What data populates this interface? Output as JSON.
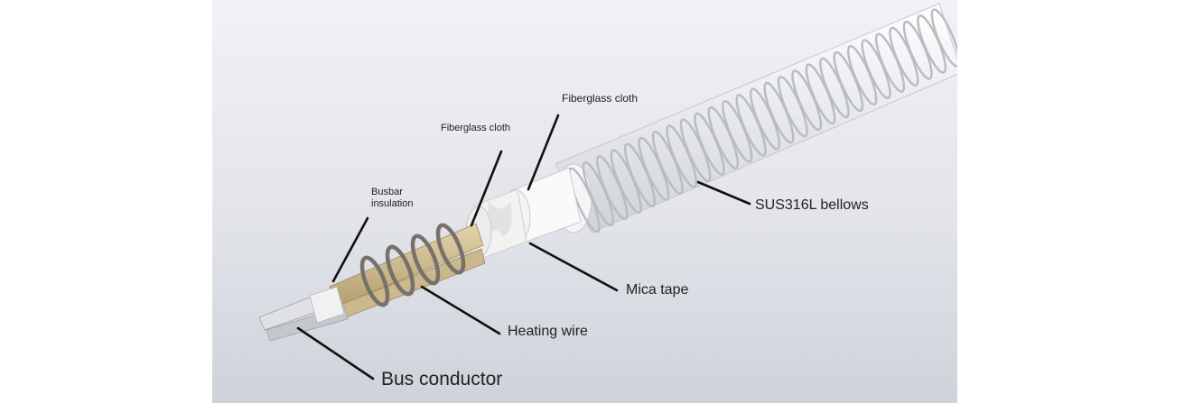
{
  "figure": {
    "labels": {
      "fiberglass_outer": "Fiberglass cloth",
      "fiberglass_inner": "Fiberglass cloth",
      "busbar_insulation": "Busbar insulation",
      "bellows": "SUS316L bellows",
      "mica_tape": "Mica tape",
      "heating_wire": "Heating wire",
      "bus_conductor": "Bus conductor"
    },
    "colors": {
      "bellows": "#e9eaec",
      "bellows_groove": "#b9bcc3",
      "mica": "#f4f4f2",
      "fiberglass": "#fbfbfb",
      "insulation_core": "#cdb98f",
      "heating_wire": "#7d7b7a",
      "conductor": "#c9cbd0",
      "leader_line": "#111111"
    }
  }
}
